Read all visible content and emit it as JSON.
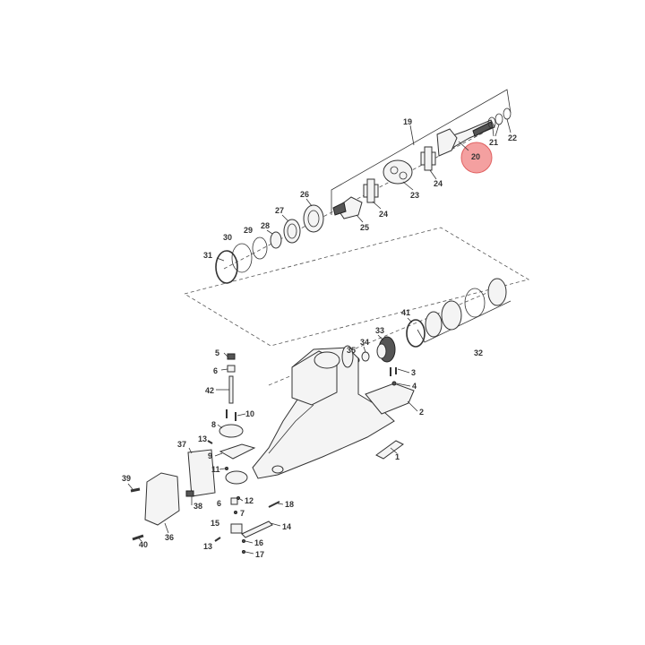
{
  "diagram": {
    "highlight_color": "#f08080",
    "highlighted_part": "20",
    "labels": [
      "19",
      "20",
      "21",
      "22",
      "23",
      "24",
      "24",
      "25",
      "26",
      "27",
      "28",
      "29",
      "30",
      "31",
      "32",
      "33",
      "34",
      "35",
      "41",
      "3",
      "4",
      "2",
      "1",
      "5",
      "6",
      "42",
      "10",
      "8",
      "13",
      "37",
      "9",
      "11",
      "39",
      "38",
      "36",
      "40",
      "6",
      "7",
      "12",
      "18",
      "15",
      "14",
      "13",
      "16",
      "17"
    ]
  }
}
